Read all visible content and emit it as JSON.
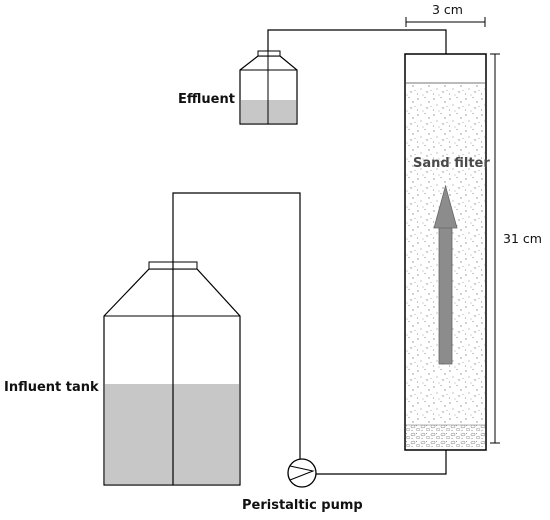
{
  "labels": {
    "effluent": "Effluent",
    "sand_filter": "Sand filter",
    "width": "3 cm",
    "height": "31 cm",
    "influent_tank": "Influent tank",
    "pump": "Peristaltic pump"
  },
  "colors": {
    "line": "#000000",
    "liquid": "#c7c7c7",
    "arrow": "#8c8c8c",
    "sand_dots": "#888888",
    "gravel": "#b5b5b5"
  }
}
